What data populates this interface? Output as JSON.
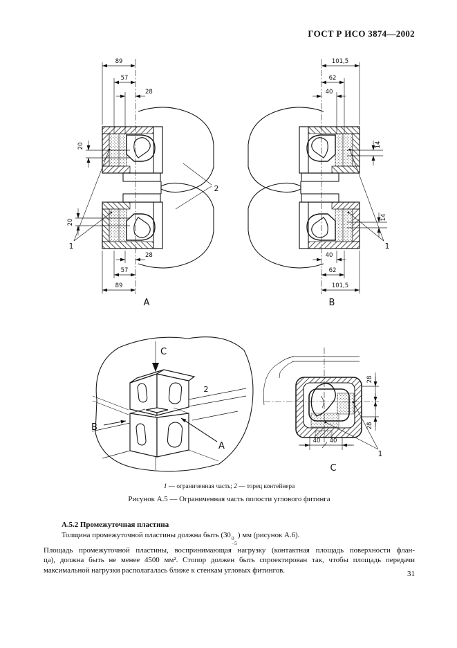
{
  "page": {
    "header": "ГОСТ Р ИСО 3874—2002",
    "number": "31"
  },
  "figure_a5": {
    "view_a": {
      "letter": "А",
      "dims_top": [
        "89",
        "57",
        "28"
      ],
      "dims_bottom": [
        "28",
        "57",
        "89"
      ],
      "dim_left_top": "20",
      "dim_left_bottom": "20",
      "callout_restricted": "1",
      "callout_container_end": "2"
    },
    "view_b": {
      "letter": "В",
      "dims_top": [
        "101,5",
        "62",
        "40"
      ],
      "dims_bottom": [
        "40",
        "62",
        "101,5"
      ],
      "dim_right_top": "14",
      "dim_right_bottom": "14",
      "callout_restricted": "1"
    },
    "view_iso": {
      "view_arrow_top": "С",
      "view_arrow_left": "В",
      "view_arrow_right": "А",
      "callout_container_end": "2"
    },
    "view_c": {
      "letter": "С",
      "dims_bottom": [
        "40",
        "40"
      ],
      "dims_right": [
        "28",
        "28"
      ],
      "callout_restricted": "1"
    },
    "legend": {
      "item1_num": "1",
      "item1_text": " — ограниченная часть; ",
      "item2_num": "2",
      "item2_text": " — торец контейнера"
    },
    "title": "Рисунок А.5 — Ограниченная часть полости углового фитинга"
  },
  "section": {
    "heading": "А.5.2  Промежуточная пластина",
    "para1_pre": "Толщина промежуточной пластины должна быть (30",
    "tolerance_sup": "0",
    "tolerance_sub": "−5",
    "para1_post": ") мм (рисунок А.6).",
    "para2_lines": [
      "Площадь промежуточной пластины, воспринимающая нагрузку (контактная площадь поверхности флан-",
      "ца), должна быть не менее 4500 мм². Стопор должен быть спроектирован так, чтобы площадь передачи",
      "максимальной нагрузки располагалась ближе к стенкам угловых фитингов."
    ]
  }
}
